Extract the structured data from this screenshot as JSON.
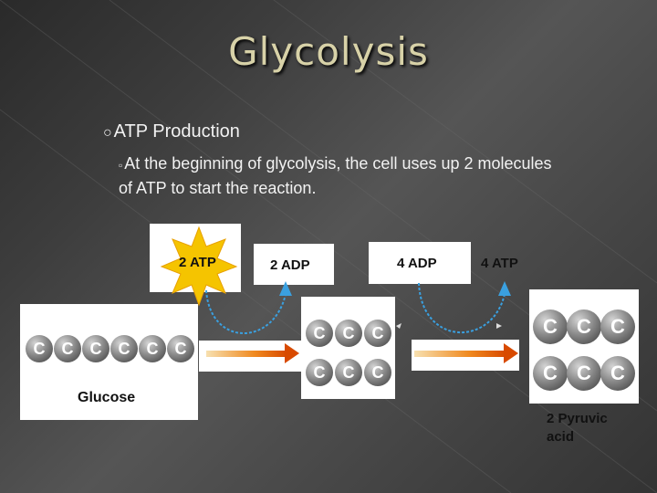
{
  "slide": {
    "title": "Glycolysis",
    "bullet_level1": "ATP Production",
    "bullet_level2": "At the beginning of glycolysis, the cell uses up 2 molecules of ATP to start the reaction.",
    "bullet1_marker": "○",
    "bullet2_marker": "▫"
  },
  "diagram": {
    "atp_in": "2 ATP",
    "adp_out": "2 ADP",
    "adp_in": "4 ADP",
    "atp_out": "4 ATP",
    "glucose_label": "Glucose",
    "pyruvic_line1": "2 Pyruvic",
    "pyruvic_line2": "acid",
    "carbon_symbol": "C"
  },
  "colors": {
    "title": "#d8d2a8",
    "starburst": "#f5c400",
    "arrow_blue": "#3aa0e0",
    "arrow_orange": "#e06010"
  }
}
